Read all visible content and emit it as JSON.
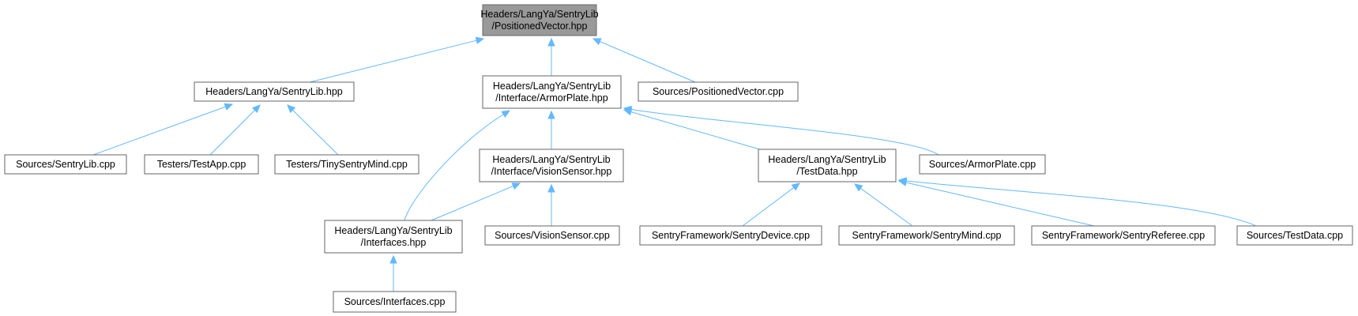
{
  "nodes": {
    "positioned_vector_hpp": {
      "lines": [
        "Headers/LangYa/SentryLib",
        "/PositionedVector.hpp"
      ]
    },
    "sentrylib_hpp": {
      "lines": [
        "Headers/LangYa/SentryLib.hpp"
      ]
    },
    "armorplate_hpp": {
      "lines": [
        "Headers/LangYa/SentryLib",
        "/Interface/ArmorPlate.hpp"
      ]
    },
    "positioned_vector_cpp": {
      "lines": [
        "Sources/PositionedVector.cpp"
      ]
    },
    "sentrylib_cpp": {
      "lines": [
        "Sources/SentryLib.cpp"
      ]
    },
    "testapp_cpp": {
      "lines": [
        "Testers/TestApp.cpp"
      ]
    },
    "tinysentrymind_cpp": {
      "lines": [
        "Testers/TinySentryMind.cpp"
      ]
    },
    "visionsensor_hpp": {
      "lines": [
        "Headers/LangYa/SentryLib",
        "/Interface/VisionSensor.hpp"
      ]
    },
    "testdata_hpp": {
      "lines": [
        "Headers/LangYa/SentryLib",
        "/TestData.hpp"
      ]
    },
    "armorplate_cpp": {
      "lines": [
        "Sources/ArmorPlate.cpp"
      ]
    },
    "interfaces_hpp": {
      "lines": [
        "Headers/LangYa/SentryLib",
        "/Interfaces.hpp"
      ]
    },
    "visionsensor_cpp": {
      "lines": [
        "Sources/VisionSensor.cpp"
      ]
    },
    "sentrydevice_cpp": {
      "lines": [
        "SentryFramework/SentryDevice.cpp"
      ]
    },
    "sentrymind_cpp": {
      "lines": [
        "SentryFramework/SentryMind.cpp"
      ]
    },
    "sentryreferee_cpp": {
      "lines": [
        "SentryFramework/SentryReferee.cpp"
      ]
    },
    "testdata_cpp": {
      "lines": [
        "Sources/TestData.cpp"
      ]
    },
    "interfaces_cpp": {
      "lines": [
        "Sources/Interfaces.cpp"
      ]
    }
  },
  "edges": [
    {
      "from": "sentrylib_hpp",
      "to": "positioned_vector_hpp"
    },
    {
      "from": "armorplate_hpp",
      "to": "positioned_vector_hpp"
    },
    {
      "from": "positioned_vector_cpp",
      "to": "positioned_vector_hpp"
    },
    {
      "from": "sentrylib_cpp",
      "to": "sentrylib_hpp"
    },
    {
      "from": "testapp_cpp",
      "to": "sentrylib_hpp"
    },
    {
      "from": "tinysentrymind_cpp",
      "to": "sentrylib_hpp"
    },
    {
      "from": "visionsensor_hpp",
      "to": "armorplate_hpp"
    },
    {
      "from": "interfaces_hpp",
      "to": "armorplate_hpp"
    },
    {
      "from": "testdata_hpp",
      "to": "armorplate_hpp"
    },
    {
      "from": "armorplate_cpp",
      "to": "armorplate_hpp"
    },
    {
      "from": "interfaces_hpp",
      "to": "visionsensor_hpp"
    },
    {
      "from": "visionsensor_cpp",
      "to": "visionsensor_hpp"
    },
    {
      "from": "interfaces_cpp",
      "to": "interfaces_hpp"
    },
    {
      "from": "sentrydevice_cpp",
      "to": "testdata_hpp"
    },
    {
      "from": "sentrymind_cpp",
      "to": "testdata_hpp"
    },
    {
      "from": "sentryreferee_cpp",
      "to": "testdata_hpp"
    },
    {
      "from": "testdata_cpp",
      "to": "testdata_hpp"
    }
  ]
}
